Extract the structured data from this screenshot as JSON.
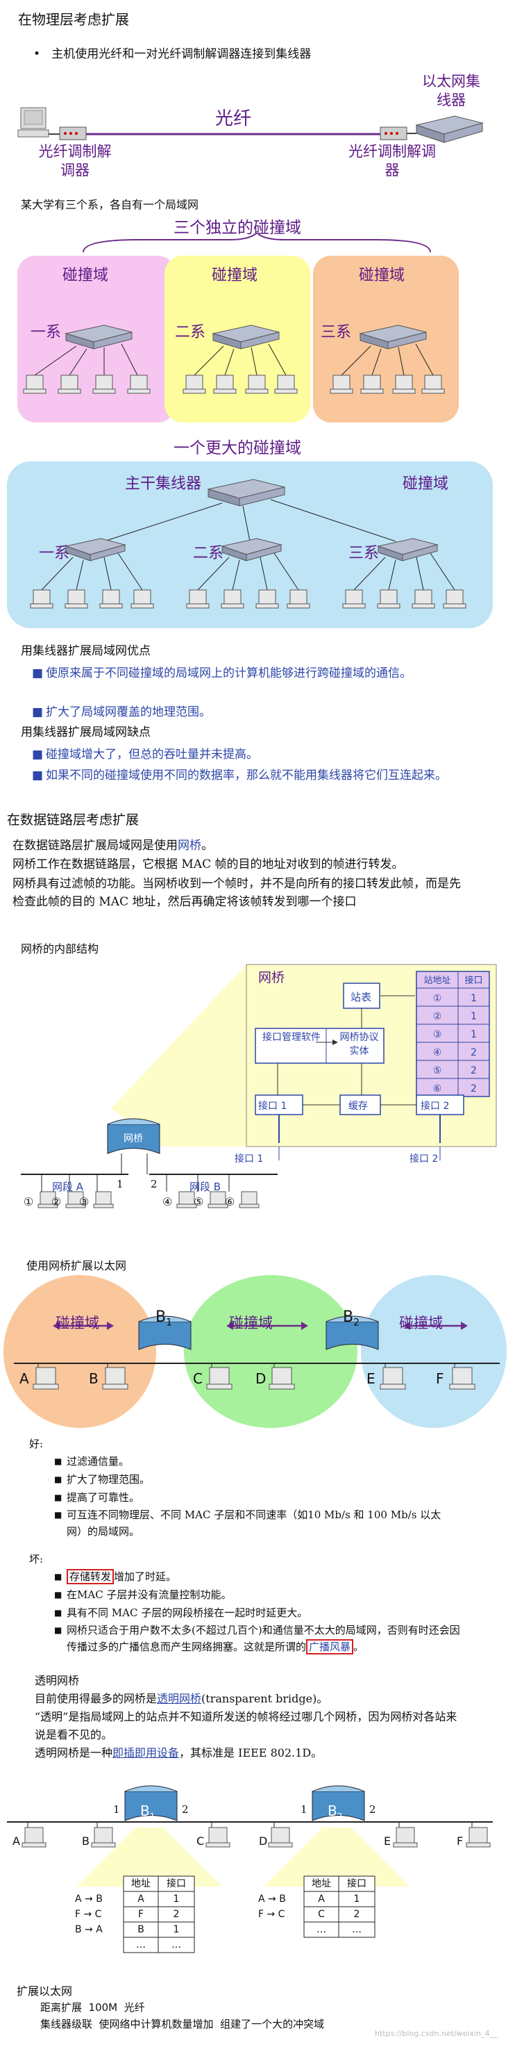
{
  "sec1": {
    "heading": "在物理层考虑扩展",
    "bullet": "主机使用光纤和一对光纤调制解调器连接到集线器",
    "fiber_label": "光纤",
    "modem_left": "光纤调制解调器",
    "modem_right": "光纤调制解调器",
    "hub_label": "以太网集线器"
  },
  "sec2": {
    "intro": "某大学有三个系，各自有一个局域网",
    "title_three": "三个独立的碰撞域",
    "domain_label": "碰撞域",
    "depts": [
      "一系",
      "二系",
      "三系"
    ],
    "title_big": "一个更大的碰撞域",
    "main_hub": "主干集线器",
    "big_domain": "碰撞域"
  },
  "sec3": {
    "adv_title": "用集线器扩展局域网优点",
    "adv": [
      "使原来属于不同碰撞域的局域网上的计算机能够进行跨碰撞域的通信。",
      "扩大了局域网覆盖的地理范围。"
    ],
    "dis_title": "用集线器扩展局域网缺点",
    "dis": [
      "碰撞域增大了，但总的吞吐量并未提高。",
      "如果不同的碰撞域使用不同的数据率，那么就不能用集线器将它们互连起来。"
    ]
  },
  "sec4": {
    "heading": "在数据链路层考虑扩展",
    "p1_a": "在数据链路层扩展局域网是使用",
    "p1_link": "网桥",
    "p1_b": "。",
    "p2": "网桥工作在数据链路层，它根据 MAC 帧的目的地址对收到的帧进行转发。",
    "p3": "网桥具有过滤帧的功能。当网桥收到一个帧时，并不是向所有的接口转发此帧，而是先检查此帧的目的 MAC 地址，然后再确定将该帧转发到哪一个接口",
    "internal_title": "网桥的内部结构"
  },
  "bridge": {
    "title": "网桥",
    "station_table": "站表",
    "port_mgmt": "接口管理软件",
    "protocol": "网桥协议实体",
    "buffer": "缓存",
    "port1": "接口 1",
    "port2": "接口 2",
    "port1_out": "接口 1",
    "port2_out": "接口 2",
    "bridge_icon": "网桥",
    "seg_a": "网段 A",
    "seg_b": "网段 B",
    "table_header": [
      "站地址",
      "接口"
    ],
    "table_rows": [
      [
        "①",
        "1"
      ],
      [
        "②",
        "1"
      ],
      [
        "③",
        "1"
      ],
      [
        "④",
        "2"
      ],
      [
        "⑤",
        "2"
      ],
      [
        "⑥",
        "2"
      ]
    ],
    "stations": [
      "①",
      "②",
      "③",
      "④",
      "⑤",
      "⑥"
    ],
    "one": "1",
    "two": "2"
  },
  "sec5": {
    "title": "使用网桥扩展以太网",
    "domain": "碰撞域",
    "b1": "B",
    "b1_sub": "1",
    "b2": "B",
    "b2_sub": "2",
    "hosts": [
      "A",
      "B",
      "C",
      "D",
      "E",
      "F"
    ]
  },
  "sec6": {
    "good_title": "好:",
    "good": [
      "过滤通信量。",
      "扩大了物理范围。",
      "提高了可靠性。",
      "可互连不同物理层、不同 MAC 子层和不同速率（如10 Mb/s 和 100 Mb/s 以太网）的局域网。"
    ],
    "bad_title": "坏:",
    "bad1_mark": "存储转发",
    "bad1_rest": "增加了时延。",
    "bad2": "在MAC 子层并没有流量控制功能。",
    "bad3": "具有不同 MAC 子层的网段桥接在一起时时延更大。",
    "bad4_a": "网桥只适合于用户数不太多(不超过几百个)和通信量不太大的局域网，否则有时还会因传播过多的广播信息而产生网络拥塞。这就是所谓的",
    "bad4_mark": "广播风暴",
    "bad4_b": "。"
  },
  "sec7": {
    "title": "透明网桥",
    "p1_a": "目前使用得最多的网桥是",
    "p1_link": "透明网桥",
    "p1_b": "(transparent bridge)。",
    "p2": "“透明”是指局域网上的站点并不知道所发送的帧将经过哪几个网桥，因为网桥对各站来说是看不见的。",
    "p3_a": "透明网桥是一种",
    "p3_link": "即插即用设备",
    "p3_b": "，其标准是 IEEE 802.1D。",
    "b1": "B",
    "b1_sub": "1",
    "b2": "B",
    "b2_sub": "2",
    "hosts": [
      "A",
      "B",
      "C",
      "D",
      "E",
      "F"
    ],
    "port_labels": [
      "1",
      "2",
      "1",
      "2"
    ],
    "table_header": [
      "地址",
      "接口"
    ],
    "table1": [
      [
        "A",
        "1"
      ],
      [
        "F",
        "2"
      ],
      [
        "B",
        "1"
      ],
      [
        "…",
        "…"
      ]
    ],
    "table2": [
      [
        "A",
        "1"
      ],
      [
        "C",
        "2"
      ],
      [
        "…",
        "…"
      ]
    ],
    "flows1": [
      "A → B",
      "F → C",
      "B → A"
    ],
    "flows2": [
      "A → B",
      "F → C"
    ]
  },
  "sec8": {
    "title": "扩展以太网",
    "line1": "距离扩展  100M  光纤",
    "line2": "集线器级联  使网络中计算机数量增加  组建了一个大的冲突域",
    "watermark": "https://blog.csdn.net/weixin_4__"
  },
  "colors": {
    "pink": "#f7c6f0",
    "yellow": "#fdfd9e",
    "orange": "#f9c79b",
    "lightblue": "#bfe4f6",
    "green": "#a7f09c",
    "purple": "#6d2d8a",
    "blue_text": "#2d46a8"
  }
}
